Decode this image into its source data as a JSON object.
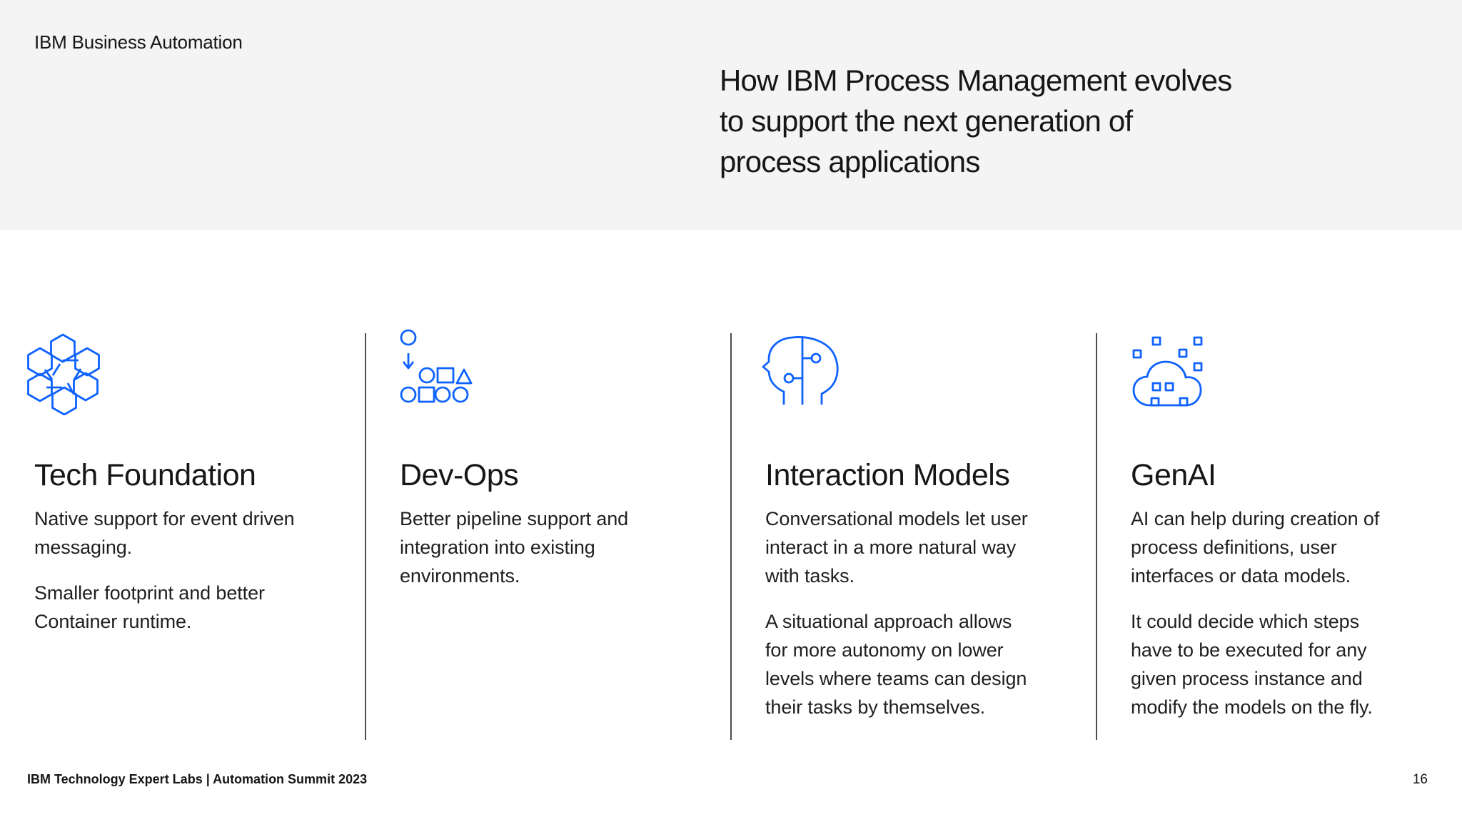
{
  "slide": {
    "brand": "IBM Business Automation",
    "title": "How IBM Process Management evolves\nto support the next generation of\nprocess applications",
    "columns": [
      {
        "icon": "hexagon-network-icon",
        "heading": "Tech Foundation",
        "paragraphs": [
          "Native support for event driven\nmessaging.",
          "Smaller footprint and better\nContainer runtime."
        ]
      },
      {
        "icon": "deployment-pipeline-shapes-icon",
        "heading": "Dev-Ops",
        "paragraphs": [
          "Better pipeline support and\nintegration into existing\nenvironments."
        ]
      },
      {
        "icon": "cognitive-head-circuit-icon",
        "heading": "Interaction Models",
        "paragraphs": [
          "Conversational models let user\ninteract in a more natural way\nwith tasks.",
          "A situational approach allows\nfor more autonomy on lower\nlevels where teams can design\ntheir tasks by themselves."
        ]
      },
      {
        "icon": "genai-cloud-data-icon",
        "heading": "GenAI",
        "paragraphs": [
          "AI can help during creation of\nprocess definitions, user\ninterfaces or data models.",
          "It could decide which steps\nhave to be executed for any\ngiven process instance and\nmodify the models on the fly."
        ]
      }
    ],
    "footer": {
      "left": "IBM Technology Expert Labs | Automation Summit 2023",
      "page": "16"
    },
    "colors": {
      "accent_blue": "#0f62fe",
      "header_bg": "#f4f4f4",
      "text": "#161616",
      "body_text": "#1f1f1f",
      "divider": "#4d4d4d",
      "page_bg": "#ffffff"
    }
  }
}
